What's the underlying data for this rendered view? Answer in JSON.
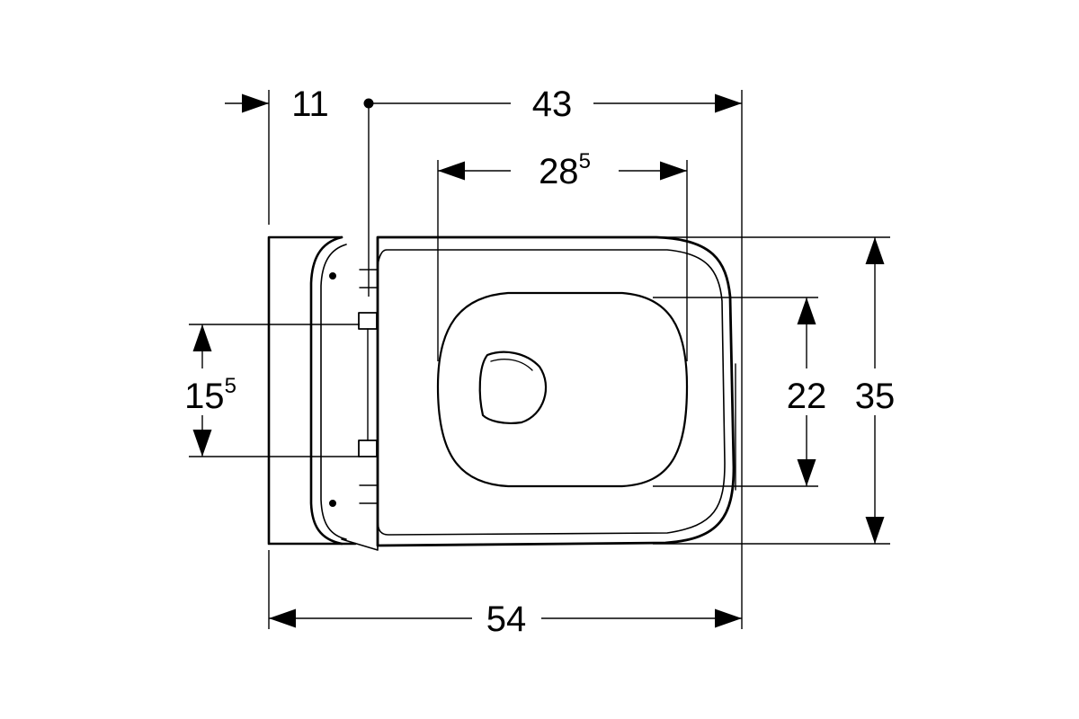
{
  "dimensions": {
    "offset_left": {
      "value": "11"
    },
    "overall_from_axis": {
      "value": "43"
    },
    "seat_opening_length": {
      "value": "28",
      "superscript": "5"
    },
    "fixing_spacing": {
      "value": "15",
      "superscript": "5"
    },
    "seat_opening_width": {
      "value": "22"
    },
    "overall_width": {
      "value": "35"
    },
    "overall_length": {
      "value": "54"
    }
  },
  "colors": {
    "line": "#000000",
    "background": "#ffffff"
  }
}
